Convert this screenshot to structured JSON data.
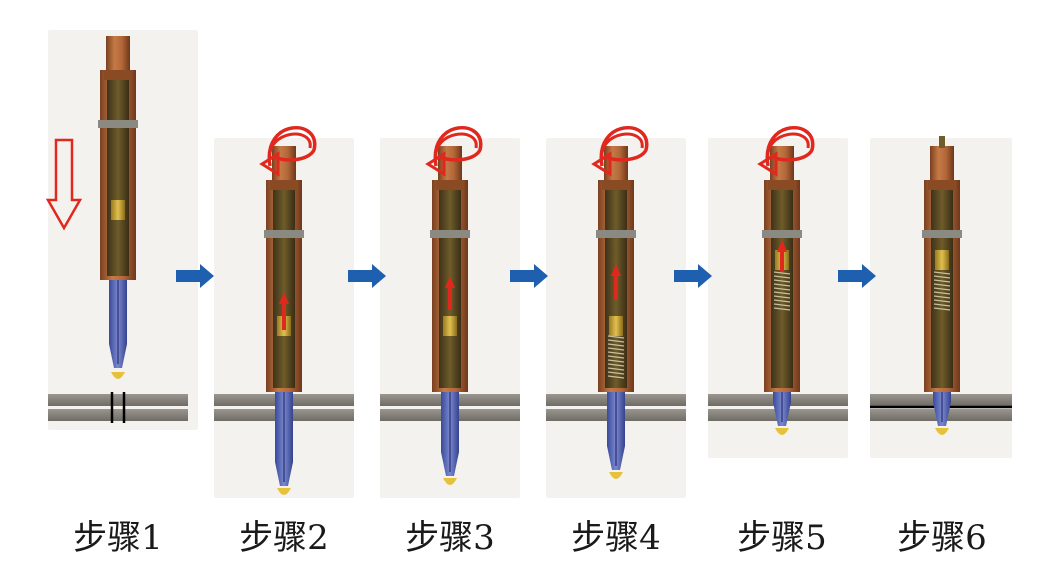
{
  "steps": [
    {
      "label": "步骤1",
      "action": "push-down"
    },
    {
      "label": "步骤2",
      "action": "rotate"
    },
    {
      "label": "步骤3",
      "action": "rotate"
    },
    {
      "label": "步骤4",
      "action": "rotate"
    },
    {
      "label": "步骤5",
      "action": "rotate"
    },
    {
      "label": "步骤6",
      "action": "done"
    }
  ],
  "icons": {
    "down-arrow": "outlined-down-arrow-icon",
    "rotate": "rotation-arrow-icon",
    "next": "blue-right-arrow-icon",
    "pull": "red-pull-arrow-icon"
  },
  "colors": {
    "copper": "#b4683a",
    "copper_dark": "#7a4020",
    "olive_core": "#5a4a1e",
    "brass": "#c8a23a",
    "sleeve_blue": "#5a6ab8",
    "panel_gray": "#8a8680",
    "annot_red": "#e0281e",
    "next_arrow_blue": "#1f5fb0",
    "tip_yellow": "#e6c23c",
    "bg_shade": "#f4f2ee"
  }
}
